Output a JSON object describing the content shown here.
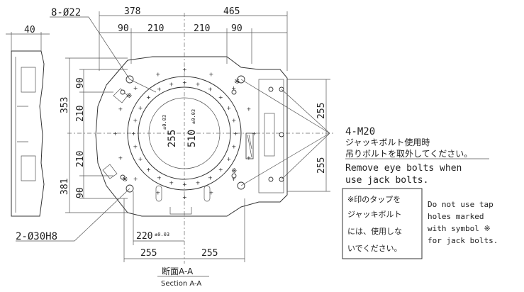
{
  "dims": {
    "top_left": "378",
    "top_right": "465",
    "top_90_left": "90",
    "top_210_left": "210",
    "top_210_right": "210",
    "top_90_right": "90",
    "side_40": "40",
    "left_353": "353",
    "left_381": "381",
    "left_90_top": "90",
    "left_210_top": "210",
    "left_210_bottom": "210",
    "left_90_bottom": "90",
    "center_255": "255",
    "center_255_tol": "±0.03",
    "center_510": "510",
    "center_510_tol": "±0.03",
    "right_255_top": "255",
    "right_255_bottom": "255",
    "bottom_220": "220",
    "bottom_220_tol": "±0.03",
    "bottom_255_left": "255",
    "bottom_255_right": "255"
  },
  "callouts": {
    "holes_8": "8-Ø22",
    "holes_2": "2-Ø30H8",
    "tap": "4-M20",
    "jp_note_line1": "ジャッキボルト使用時",
    "jp_note_line2": "吊りボルトを取外してください。",
    "en_note_line1": "Remove eye bolts when",
    "en_note_line2": "use jack bolts."
  },
  "box_note": {
    "jp_line1": "※印のタップを",
    "jp_line2": "ジャッキボルト",
    "jp_line3": "には、使用しな",
    "jp_line4": "いでください。",
    "en_line1": "Do not use tap",
    "en_line2": "holes marked",
    "en_line3": "with symbol ※",
    "en_line4": "for jack bolts."
  },
  "section": {
    "jp": "断面A-A",
    "en": "Section A-A"
  }
}
